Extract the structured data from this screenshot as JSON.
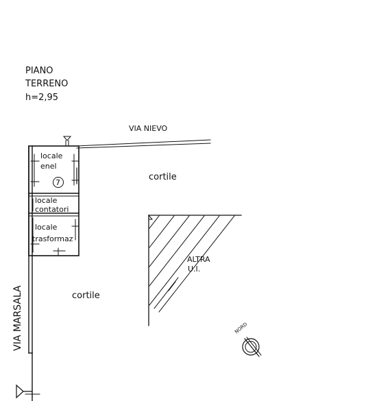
{
  "header": {
    "floor_line1": "PIANO",
    "floor_line2": "TERRENO",
    "height": "h=2,95"
  },
  "streets": {
    "north": "VIA NIEVO",
    "west": "VIA MARSALA"
  },
  "rooms": {
    "enel_line1": "locale",
    "enel_line2": "enel",
    "enel_number": "7",
    "contatori_line1": "locale",
    "contatori_line2": "contatori",
    "trasf_line1": "locale",
    "trasf_line2": "trasformaz"
  },
  "areas": {
    "courtyard_upper": "cortile",
    "courtyard_lower": "cortile",
    "other_unit_line1": "ALTRA",
    "other_unit_line2": "U.I."
  },
  "compass": {
    "label": "NORD"
  }
}
